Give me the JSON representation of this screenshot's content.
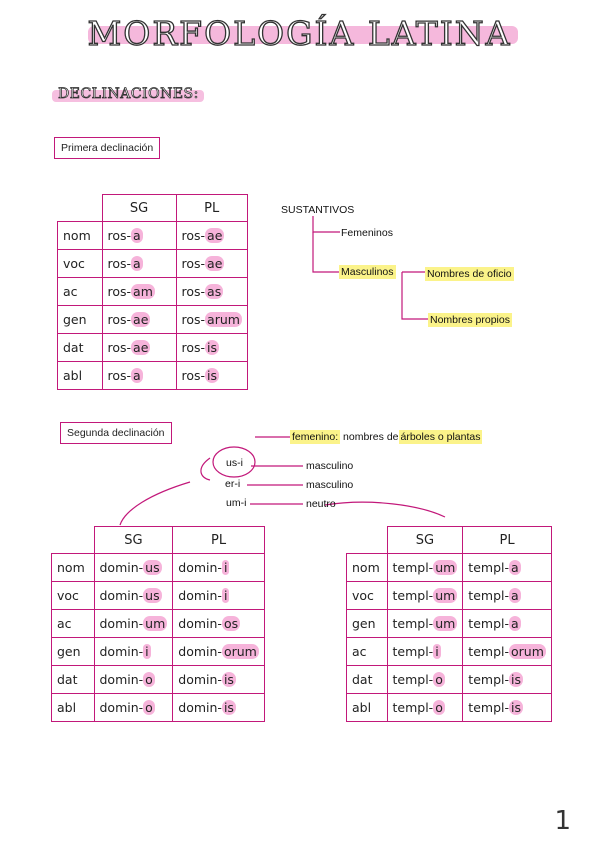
{
  "title": "MORFOLOGÍA LATINA",
  "section": "DECLINACIONES:",
  "primera": {
    "label": "Primera declinación",
    "headers": [
      "SG",
      "PL"
    ],
    "rows": [
      {
        "case": "nom",
        "sg_stem": "ros-",
        "sg_end": "a",
        "pl_stem": "ros-",
        "pl_end": "ae"
      },
      {
        "case": "voc",
        "sg_stem": "ros-",
        "sg_end": "a",
        "pl_stem": "ros-",
        "pl_end": "ae"
      },
      {
        "case": "ac",
        "sg_stem": "ros-",
        "sg_end": "am",
        "pl_stem": "ros-",
        "pl_end": "as"
      },
      {
        "case": "gen",
        "sg_stem": "ros-",
        "sg_end": "ae",
        "pl_stem": "ros-",
        "pl_end": "arum"
      },
      {
        "case": "dat",
        "sg_stem": "ros-",
        "sg_end": "ae",
        "pl_stem": "ros-",
        "pl_end": "is"
      },
      {
        "case": "abl",
        "sg_stem": "ros-",
        "sg_end": "a",
        "pl_stem": "ros-",
        "pl_end": "is"
      }
    ]
  },
  "sustantivos": {
    "root": "SUSTANTIVOS",
    "femeninos": "Femeninos",
    "masculinos": "Masculinos",
    "oficio": "Nombres de oficio",
    "propios": "Nombres propios"
  },
  "segunda": {
    "label": "Segunda declinación",
    "usi": "us-i",
    "eri": "er-i",
    "umi": "um-i",
    "femenino_hl": "femenino:",
    "femenino_rest": "nombres de",
    "femenino_hl2": "árboles o plantas",
    "masc1": "masculino",
    "masc2": "masculino",
    "neutro": "neutro"
  },
  "dominus": {
    "headers": [
      "SG",
      "PL"
    ],
    "rows": [
      {
        "case": "nom",
        "sg_stem": "domin-",
        "sg_end": "us",
        "pl_stem": "domin-",
        "pl_end": "i"
      },
      {
        "case": "voc",
        "sg_stem": "domin-",
        "sg_end": "us",
        "pl_stem": "domin-",
        "pl_end": "i"
      },
      {
        "case": "ac",
        "sg_stem": "domin-",
        "sg_end": "um",
        "pl_stem": "domin-",
        "pl_end": "os"
      },
      {
        "case": "gen",
        "sg_stem": "domin-",
        "sg_end": "i",
        "pl_stem": "domin-",
        "pl_end": "orum"
      },
      {
        "case": "dat",
        "sg_stem": "domin-",
        "sg_end": "o",
        "pl_stem": "domin-",
        "pl_end": "is"
      },
      {
        "case": "abl",
        "sg_stem": "domin-",
        "sg_end": "o",
        "pl_stem": "domin-",
        "pl_end": "is"
      }
    ]
  },
  "templum": {
    "headers": [
      "SG",
      "PL"
    ],
    "rows": [
      {
        "case": "nom",
        "sg_stem": "templ-",
        "sg_end": "um",
        "pl_stem": "templ-",
        "pl_end": "a"
      },
      {
        "case": "voc",
        "sg_stem": "templ-",
        "sg_end": "um",
        "pl_stem": "templ-",
        "pl_end": "a"
      },
      {
        "case": "gen",
        "sg_stem": "templ-",
        "sg_end": "um",
        "pl_stem": "templ-",
        "pl_end": "a"
      },
      {
        "case": "ac",
        "sg_stem": "templ-",
        "sg_end": "i",
        "pl_stem": "templ-",
        "pl_end": "orum"
      },
      {
        "case": "dat",
        "sg_stem": "templ-",
        "sg_end": "o",
        "pl_stem": "templ-",
        "pl_end": "is"
      },
      {
        "case": "abl",
        "sg_stem": "templ-",
        "sg_end": "o",
        "pl_stem": "templ-",
        "pl_end": "is"
      }
    ]
  },
  "page_number": "1"
}
